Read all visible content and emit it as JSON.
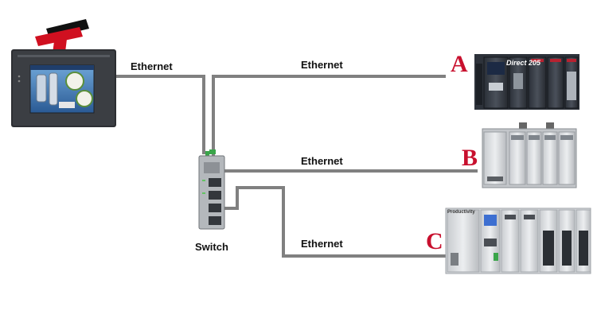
{
  "labels": {
    "ethernet_hmi": "Ethernet",
    "ethernet_a": "Ethernet",
    "ethernet_b": "Ethernet",
    "ethernet_c": "Ethernet",
    "switch": "Switch"
  },
  "devices": {
    "a": {
      "letter": "A",
      "brand": "Direct 205"
    },
    "b": {
      "letter": "B"
    },
    "c": {
      "letter": "C",
      "brand": "Productivity"
    }
  },
  "colors": {
    "cable": "#808080",
    "letter": "#c8102e",
    "logo_red": "#d01020",
    "logo_dark": "#111111"
  }
}
